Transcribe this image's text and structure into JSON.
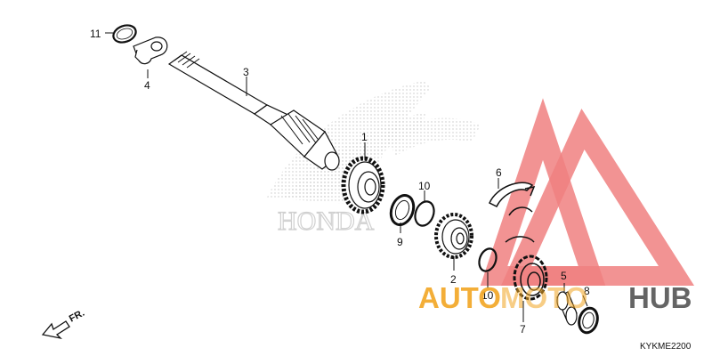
{
  "diagram": {
    "callouts": {
      "c1": "1",
      "c2": "2",
      "c3": "3",
      "c4": "4",
      "c5": "5",
      "c6": "6",
      "c7": "7",
      "c8": "8",
      "c9": "9",
      "c10a": "10",
      "c10b": "10",
      "c11": "11"
    },
    "direction_label": "FR.",
    "diagram_code": "KYKME2200",
    "background_logo_text": "HONDA"
  },
  "watermark": {
    "text_part1": "AUTO",
    "text_part2": "MOTO",
    "text_part3": "HUB",
    "color_accent": "#f2a623",
    "color_dark": "#555555",
    "color_triangle": "#f08080"
  }
}
